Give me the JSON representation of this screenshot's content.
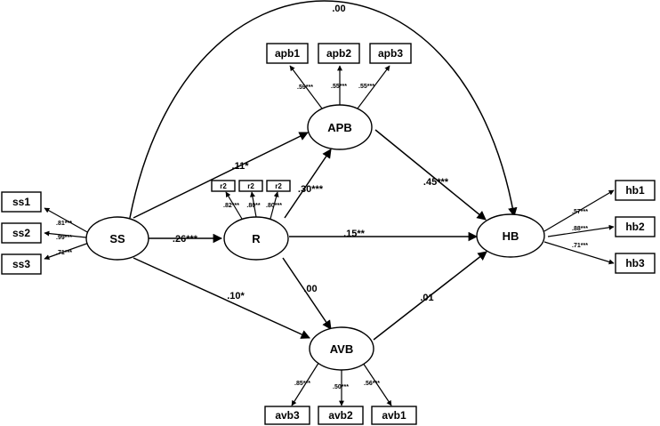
{
  "latent": {
    "SS": "SS",
    "R": "R",
    "APB": "APB",
    "AVB": "AVB",
    "HB": "HB"
  },
  "indicators": {
    "ss": [
      "ss1",
      "ss2",
      "ss3"
    ],
    "apb": [
      "apb1",
      "apb2",
      "apb3"
    ],
    "avb": [
      "avb3",
      "avb2",
      "avb1"
    ],
    "hb": [
      "hb1",
      "hb2",
      "hb3"
    ],
    "r": [
      "r2",
      "r2",
      "r2"
    ]
  },
  "loadings": {
    "ss": [
      ".81***",
      ".99***",
      ".71***"
    ],
    "apb": [
      ".59***",
      ".55***",
      ".55***"
    ],
    "avb": [
      ".85***",
      ".50***",
      ".56***"
    ],
    "hb": [
      ".57***",
      ".88***",
      ".71***"
    ],
    "r": [
      ".82***",
      ".80**",
      ".80***"
    ]
  },
  "paths": {
    "ss_hb": ".00",
    "ss_apb": ".11*",
    "ss_r": ".26***",
    "ss_avb": ".10*",
    "r_apb": ".30***",
    "r_hb": ".15**",
    "r_avb": ".00",
    "apb_hb": ".45***",
    "avb_hb": ".01"
  }
}
